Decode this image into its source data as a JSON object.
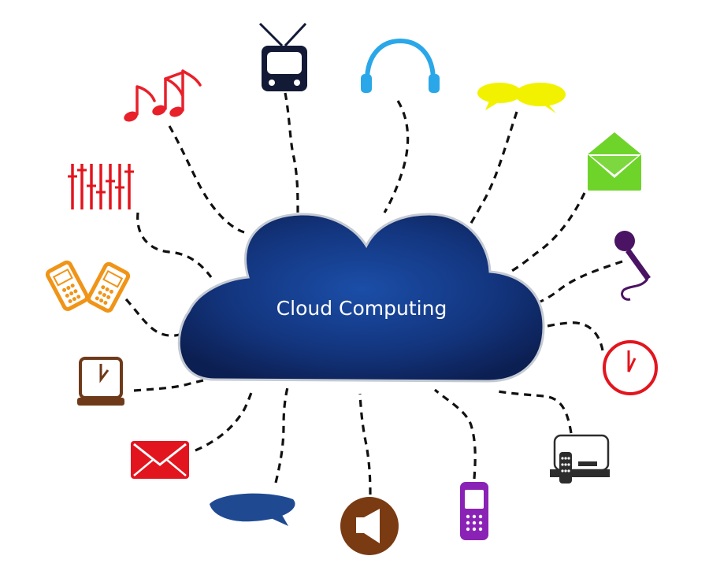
{
  "title": "Cloud Computing",
  "cloud": {
    "fill_color": "#183a8c",
    "edge_color": "#bfc6cf"
  },
  "devices": [
    {
      "id": "music",
      "icon": "music-notes-icon",
      "color": "#e8202a"
    },
    {
      "id": "tv",
      "icon": "tv-icon",
      "color": "#121a36"
    },
    {
      "id": "headphones",
      "icon": "headphones-icon",
      "color": "#2aa7e8"
    },
    {
      "id": "chat",
      "icon": "chat-bubbles-icon",
      "color": "#f2f200"
    },
    {
      "id": "open-mail",
      "icon": "open-envelope-icon",
      "color": "#6fd42a"
    },
    {
      "id": "microphone",
      "icon": "microphone-icon",
      "color": "#4b1363"
    },
    {
      "id": "clock",
      "icon": "clock-icon",
      "color": "#e2151e"
    },
    {
      "id": "desk-phone",
      "icon": "desk-phone-icon",
      "color": "#2d2d2d"
    },
    {
      "id": "mobile-phone",
      "icon": "mobile-phone-icon",
      "color": "#8a23b5"
    },
    {
      "id": "speaker",
      "icon": "speaker-icon",
      "color": "#7a3a12"
    },
    {
      "id": "speech-bubble",
      "icon": "speech-bubble-icon",
      "color": "#1f4a92"
    },
    {
      "id": "mail",
      "icon": "envelope-icon",
      "color": "#e2151e"
    },
    {
      "id": "desk-clock",
      "icon": "desk-clock-icon",
      "color": "#6e3a1a"
    },
    {
      "id": "two-phones",
      "icon": "two-phones-icon",
      "color": "#f09418"
    },
    {
      "id": "equalizer",
      "icon": "equalizer-icon",
      "color": "#e2151e"
    }
  ]
}
